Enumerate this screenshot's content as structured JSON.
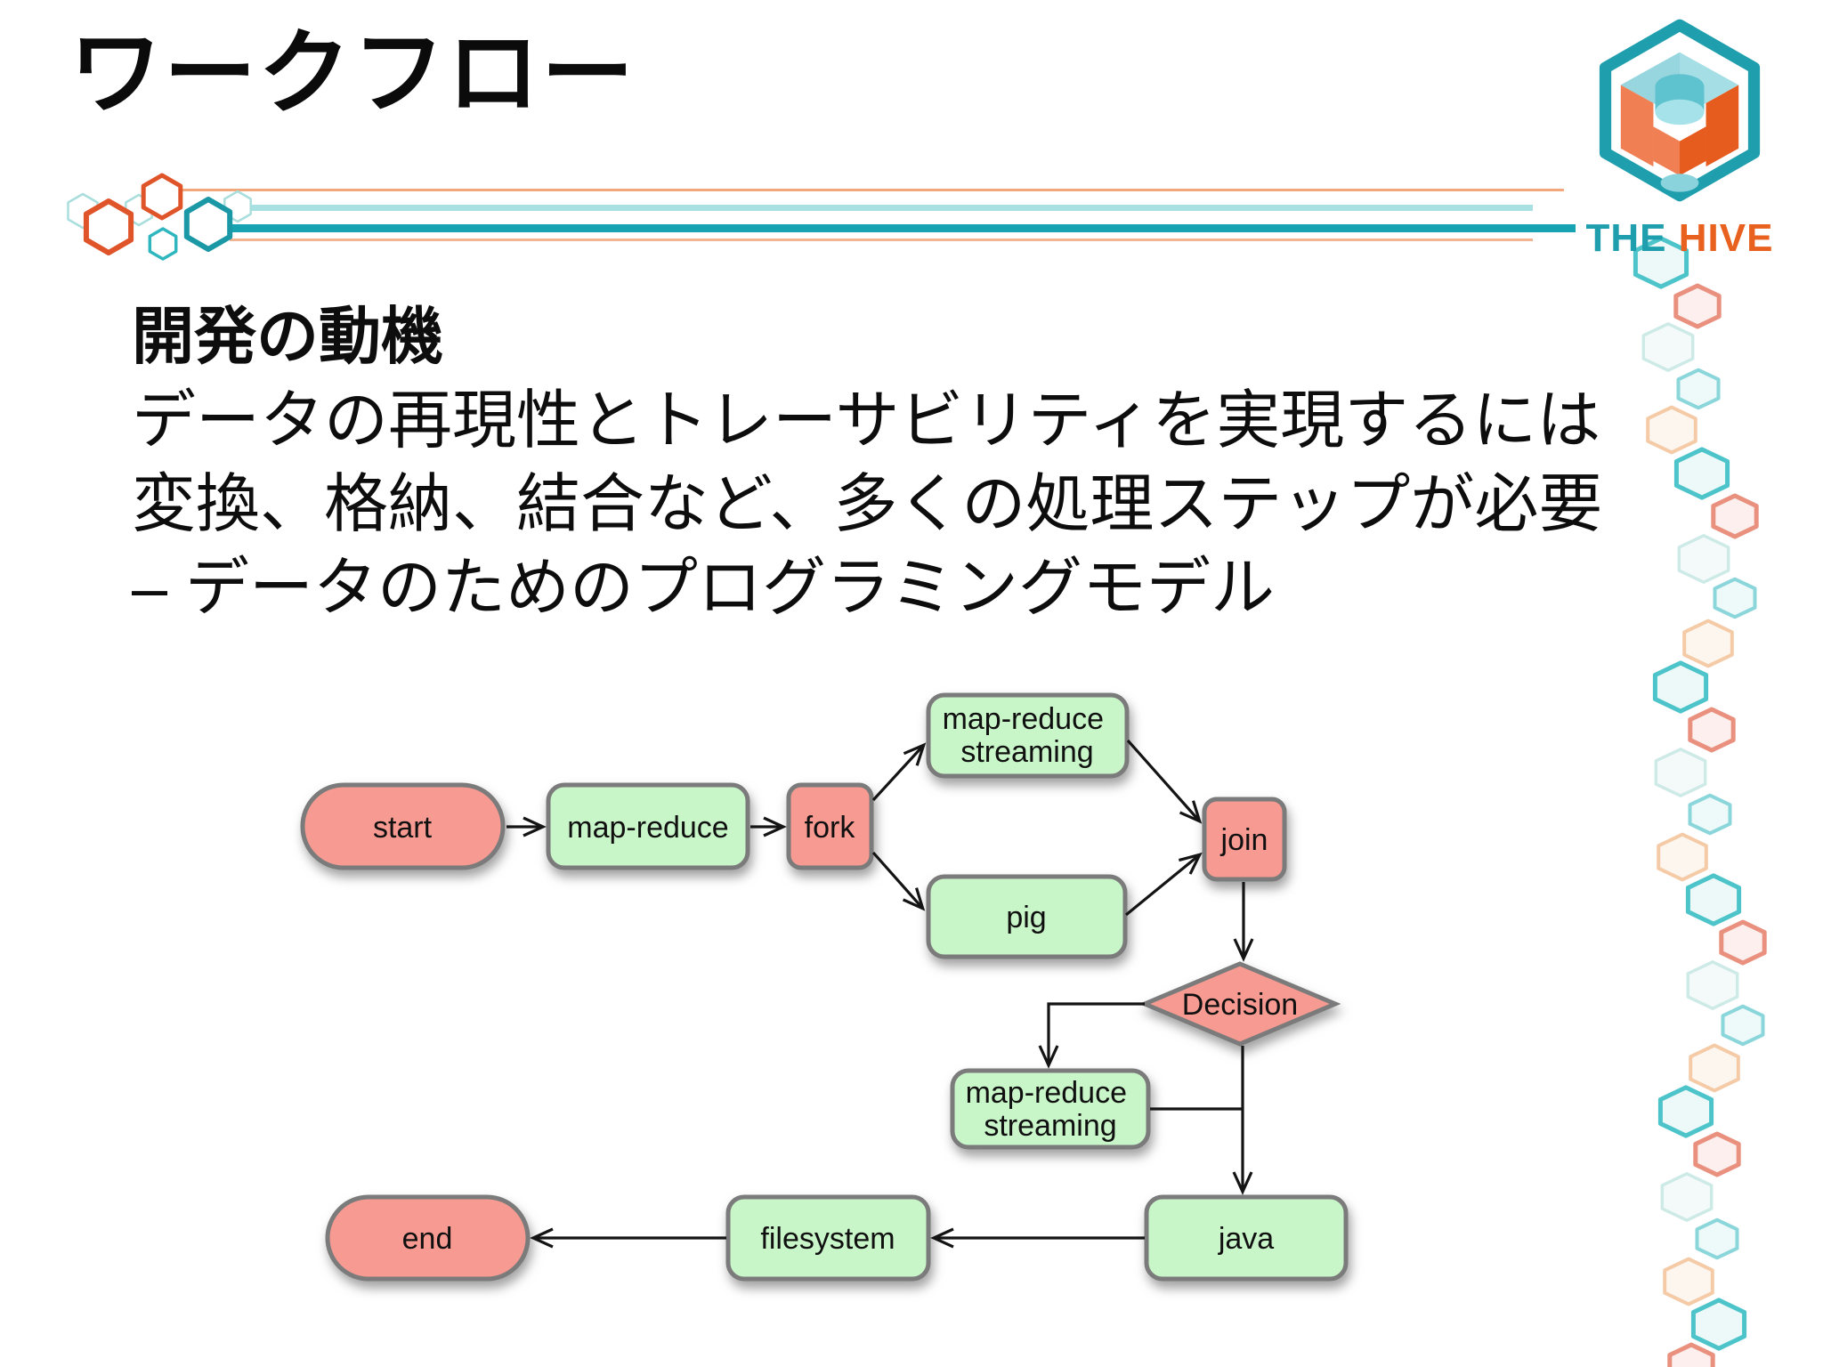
{
  "slide": {
    "title": "ワークフロー"
  },
  "logo": {
    "text_the": "THE",
    "text_hive": "HIVE",
    "teal": "#1f9fae",
    "orange": "#e8611f"
  },
  "body": {
    "heading": "開発の動機",
    "lines": [
      "データの再現性とトレーサビリティを実現するには",
      "変換、格納、結合など、多くの処理ステップが必要",
      "– データのためのプログラミングモデル"
    ]
  },
  "flowchart": {
    "colors": {
      "process_fill": "#c9f6c9",
      "terminal_fill": "#f79a92",
      "node_border": "#7b7b7b",
      "edge": "#141414"
    },
    "nodes": [
      {
        "id": "start",
        "label": "start",
        "shape": "stadium",
        "fill": "pink"
      },
      {
        "id": "map-reduce",
        "label": "map-reduce",
        "shape": "rect",
        "fill": "green"
      },
      {
        "id": "fork",
        "label": "fork",
        "shape": "rect",
        "fill": "pink"
      },
      {
        "id": "map-reduce-streaming-top",
        "label": "map-reduce streaming",
        "label_lines": [
          "map-reduce",
          "streaming"
        ],
        "shape": "rect",
        "fill": "green"
      },
      {
        "id": "pig",
        "label": "pig",
        "shape": "rect",
        "fill": "green"
      },
      {
        "id": "join",
        "label": "join",
        "shape": "rect",
        "fill": "pink"
      },
      {
        "id": "decision",
        "label": "Decision",
        "shape": "diamond",
        "fill": "pink"
      },
      {
        "id": "map-reduce-streaming-bottom",
        "label": "map-reduce streaming",
        "label_lines": [
          "map-reduce",
          "streaming"
        ],
        "shape": "rect",
        "fill": "green"
      },
      {
        "id": "java",
        "label": "java",
        "shape": "rect",
        "fill": "green"
      },
      {
        "id": "filesystem",
        "label": "filesystem",
        "shape": "rect",
        "fill": "green"
      },
      {
        "id": "end",
        "label": "end",
        "shape": "stadium",
        "fill": "pink"
      }
    ],
    "edges": [
      {
        "from": "start",
        "to": "map-reduce"
      },
      {
        "from": "map-reduce",
        "to": "fork"
      },
      {
        "from": "fork",
        "to": "map-reduce-streaming-top"
      },
      {
        "from": "fork",
        "to": "pig"
      },
      {
        "from": "map-reduce-streaming-top",
        "to": "join"
      },
      {
        "from": "pig",
        "to": "join"
      },
      {
        "from": "join",
        "to": "decision"
      },
      {
        "from": "decision",
        "to": "map-reduce-streaming-bottom"
      },
      {
        "from": "map-reduce-streaming-bottom",
        "to": "java"
      },
      {
        "from": "decision",
        "to": "java"
      },
      {
        "from": "java",
        "to": "filesystem"
      },
      {
        "from": "filesystem",
        "to": "end"
      }
    ]
  }
}
